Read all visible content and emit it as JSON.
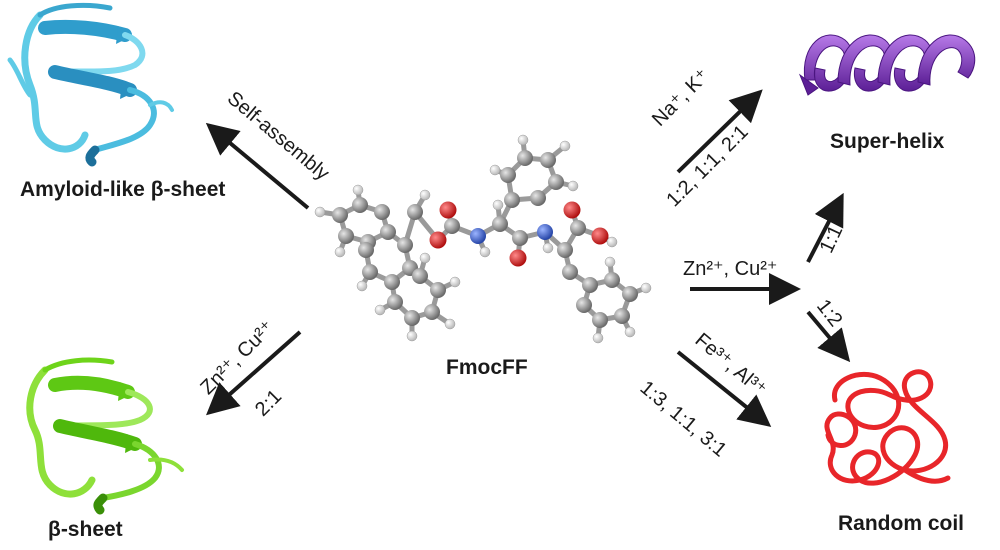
{
  "center": {
    "molecule_label": "FmocFF"
  },
  "structures": {
    "amyloid": {
      "label": "Amyloid-like β-sheet",
      "icon": "amyloid-beta-sheet-ribbon-icon",
      "color": "#3aa7cf"
    },
    "beta_sheet": {
      "label": "β-sheet",
      "icon": "beta-sheet-ribbon-icon",
      "color": "#6ed41a"
    },
    "super_helix": {
      "label": "Super-helix",
      "icon": "helix-ribbon-icon",
      "color": "#8a3fc4"
    },
    "random_coil": {
      "label": "Random coil",
      "icon": "random-coil-icon",
      "color": "#e8262a"
    }
  },
  "arrows": {
    "self_assembly": "Self-assembly",
    "na_k": "Na⁺, K⁺",
    "na_k_ratios": "1:2, 1:1, 2:1",
    "zn_cu_left": "Zn²⁺, Cu²⁺",
    "zn_cu_left_ratio": "2:1",
    "zn_cu_right": "Zn²⁺, Cu²⁺",
    "helix_ratio": "1:1",
    "coil_ratio": "1:2",
    "fe_al": "Fe³⁺, Al³⁺",
    "fe_al_ratios": "1:3, 1:1, 3:1"
  },
  "colors": {
    "arrow": "#1a1a1a",
    "carbon": "#8c8c8c",
    "oxygen": "#d42020",
    "nitrogen": "#3a62c9",
    "hydrogen": "#f0f0f0"
  }
}
